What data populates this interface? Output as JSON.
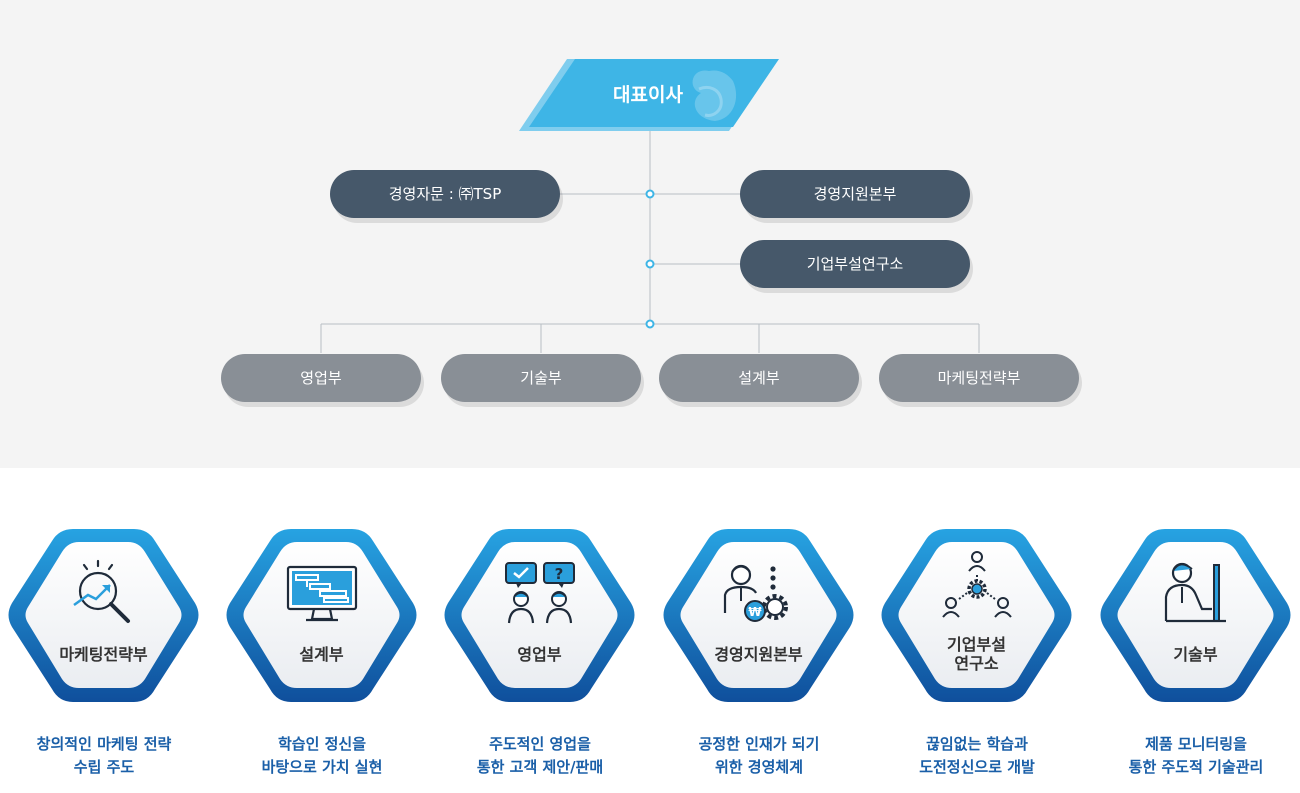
{
  "ceo": {
    "label": "대표이사"
  },
  "advisory": {
    "label": "경영자문 : ㈜TSP"
  },
  "support_hq": {
    "label": "경영지원본부"
  },
  "research_lab": {
    "label": "기업부설연구소"
  },
  "departments": [
    {
      "label": "영업부"
    },
    {
      "label": "기술부"
    },
    {
      "label": "설계부"
    },
    {
      "label": "마케팅전략부"
    }
  ],
  "cards": [
    {
      "label": "마케팅전략부",
      "description_lines": [
        "창의적인 마케팅 전략",
        "수립 주도"
      ],
      "icon": "magnifier-chart-icon"
    },
    {
      "label": "설계부",
      "description_lines": [
        "학습인 정신을",
        "바탕으로 가치 실현"
      ],
      "icon": "monitor-blueprint-icon"
    },
    {
      "label": "영업부",
      "description_lines": [
        "주도적인 영업을",
        "통한 고객 제안/판매"
      ],
      "icon": "people-chat-icon"
    },
    {
      "label": "경영지원본부",
      "description_lines": [
        "공정한 인재가 되기",
        "위한 경영체계"
      ],
      "icon": "manager-gear-icon"
    },
    {
      "label_lines": [
        "기업부설",
        "연구소"
      ],
      "description_lines": [
        "끊임없는 학습과",
        "도전정신으로 개발"
      ],
      "icon": "network-people-icon"
    },
    {
      "label": "기술부",
      "description_lines": [
        "제품 모니터링을",
        "통한 주도적 기술관리"
      ],
      "icon": "engineer-computer-icon"
    }
  ],
  "colors": {
    "accent": "#3eb5e6",
    "dark_pill": "#46586a",
    "grey_pill": "#898f96",
    "hex_blue": "#1c7fc6",
    "desc_text": "#1a5fa8"
  }
}
